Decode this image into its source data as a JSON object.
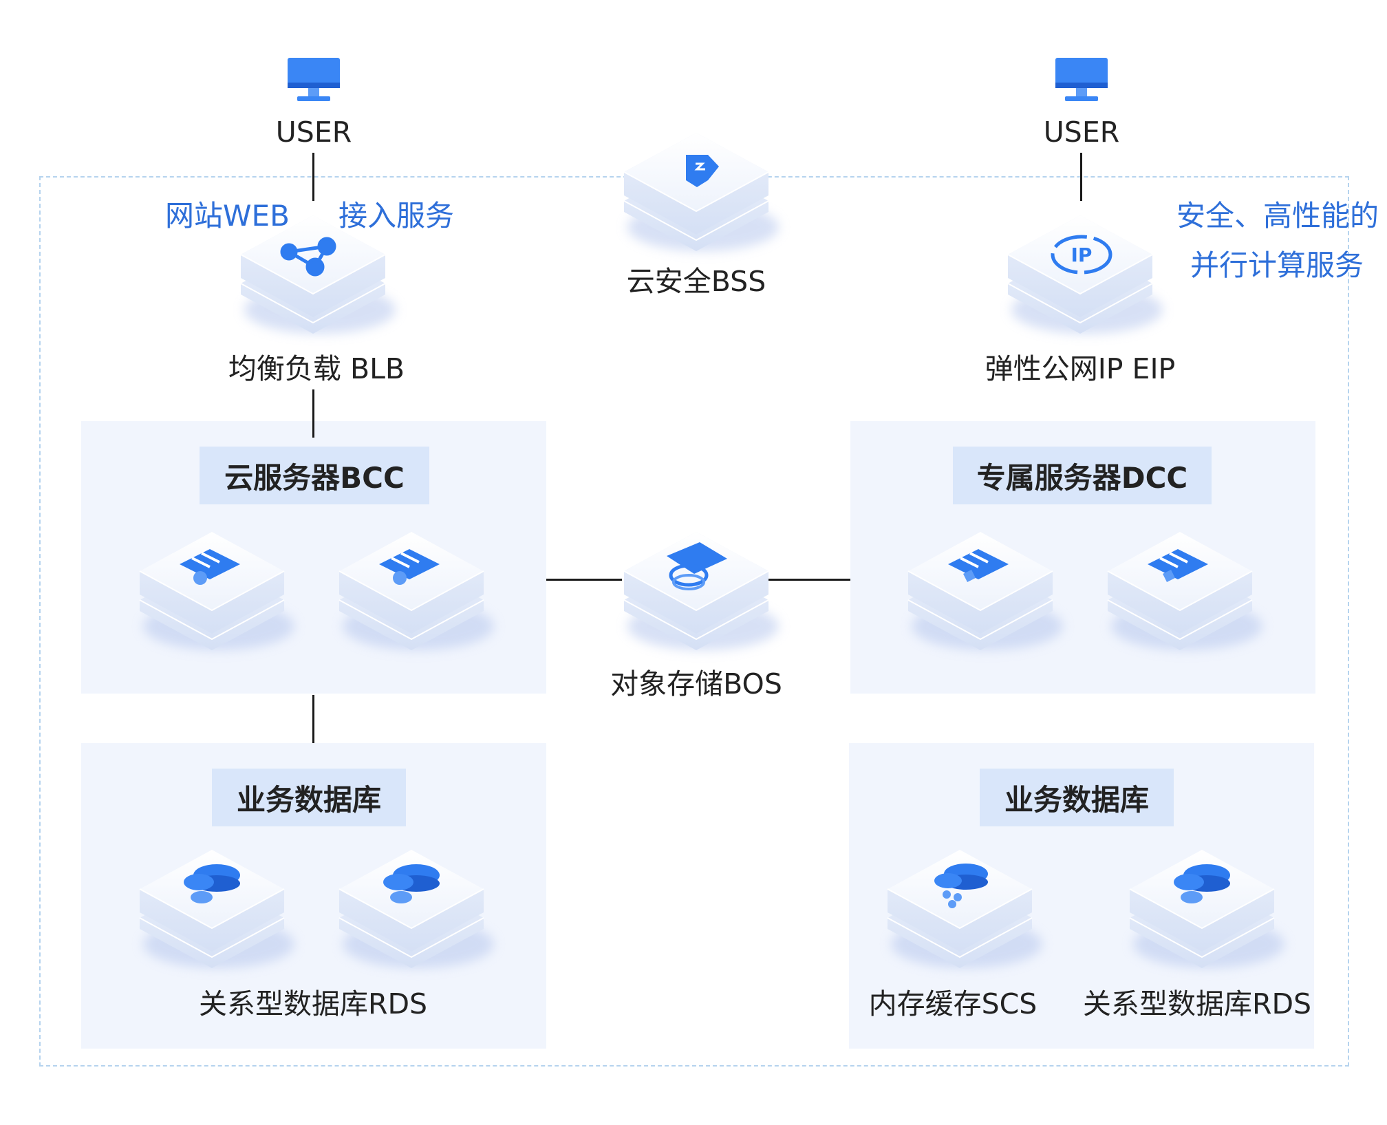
{
  "users": {
    "left_label": "USER",
    "right_label": "USER"
  },
  "annotations": {
    "website": "网站WEB",
    "access": "接入服务",
    "right_line1": "安全、高性能的",
    "right_line2": "并行计算服务"
  },
  "nodes": {
    "bss": "云安全BSS",
    "blb": "均衡负载 BLB",
    "eip": "弹性公网IP EIP",
    "bos": "对象存储BOS",
    "rds_left": "关系型数据库RDS",
    "scs": "内存缓存SCS",
    "rds_right": "关系型数据库RDS"
  },
  "panels": {
    "bcc_title": "云服务器BCC",
    "dcc_title": "专属服务器DCC",
    "db_left_title": "业务数据库",
    "db_right_title": "业务数据库"
  },
  "colors": {
    "accent": "#2e6fd9",
    "icon_blue": "#2f7cf0",
    "panel_bg": "#f1f5fd",
    "pill_bg": "#d9e6fa",
    "frame": "#b5d3ee"
  },
  "icons": {
    "user": "monitor-icon",
    "bss": "shield-icon",
    "blb": "share-nodes-icon",
    "eip": "ip-icon",
    "bcc": "server-icon",
    "dcc": "server-icon",
    "bos": "bucket-icon",
    "rds": "database-icon",
    "scs": "cache-icon"
  }
}
